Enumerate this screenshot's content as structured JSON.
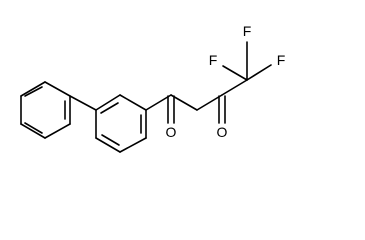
{
  "molecule": {
    "atoms": {
      "f_top": "F",
      "f_right": "F",
      "f_left": "F",
      "o_ketone_right": "O",
      "o_ketone_left": "O"
    }
  }
}
